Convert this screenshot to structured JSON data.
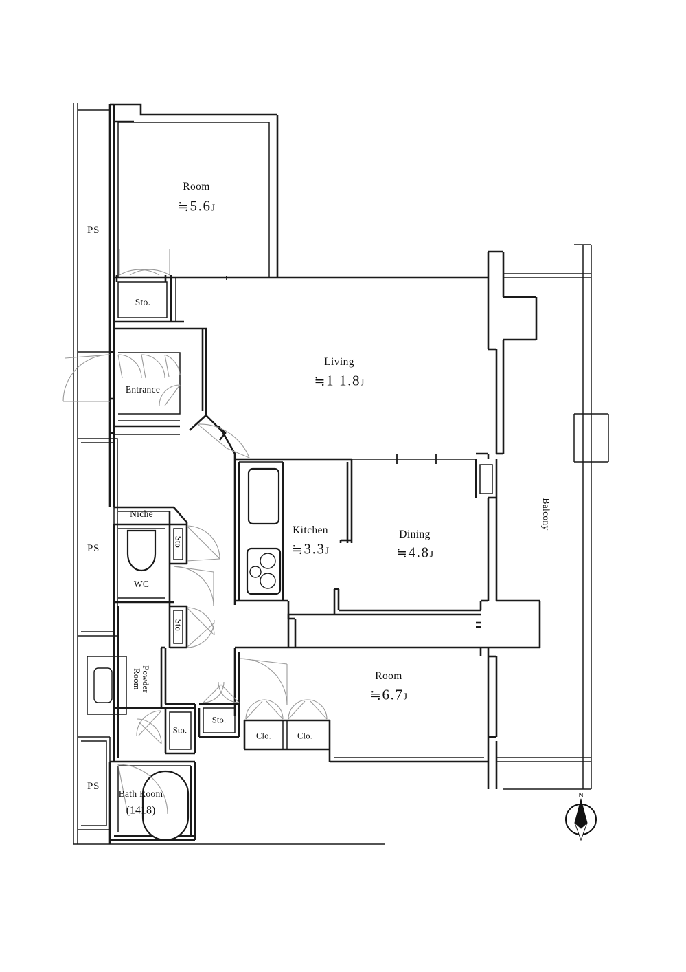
{
  "document": {
    "type": "apartment-floor-plan",
    "background_color": "#ffffff",
    "line_color": "#1a1a1a",
    "swing_color": "#9a9a9a"
  },
  "rooms": [
    {
      "id": "room_top",
      "name": "Room",
      "area": "5.6",
      "unit": "J",
      "approx": "≒"
    },
    {
      "id": "living",
      "name": "Living",
      "area": "1 1.8",
      "unit": "J",
      "approx": "≒"
    },
    {
      "id": "kitchen",
      "name": "Kitchen",
      "area": "3.3",
      "unit": "J",
      "approx": "≒"
    },
    {
      "id": "dining",
      "name": "Dining",
      "area": "4.8",
      "unit": "J",
      "approx": "≒"
    },
    {
      "id": "room_bottom",
      "name": "Room",
      "area": "6.7",
      "unit": "J",
      "approx": "≒"
    }
  ],
  "spaces": {
    "entrance": "Entrance",
    "niche": "Niche",
    "wc": "WC",
    "powder_room_line1": "Powder",
    "powder_room_line2": "Room",
    "bath_room": "Bath Room",
    "bath_room_size": "(1418)",
    "balcony": "Balcony"
  },
  "storage_labels": [
    {
      "id": "sto_top",
      "label": "Sto.",
      "orientation": "horizontal"
    },
    {
      "id": "sto_wc_upper",
      "label": "Sto.",
      "orientation": "vertical"
    },
    {
      "id": "sto_wc_lower",
      "label": "Sto.",
      "orientation": "vertical"
    },
    {
      "id": "sto_powder",
      "label": "Sto.",
      "orientation": "horizontal"
    },
    {
      "id": "sto_hall",
      "label": "Sto.",
      "orientation": "horizontal"
    }
  ],
  "closets": [
    {
      "id": "clo_left",
      "label": "Clo."
    },
    {
      "id": "clo_right",
      "label": "Clo."
    }
  ],
  "shafts": [
    {
      "id": "ps_top",
      "label": "PS"
    },
    {
      "id": "ps_middle",
      "label": "PS"
    },
    {
      "id": "ps_bottom",
      "label": "PS"
    }
  ],
  "compass": {
    "label": "N",
    "type": "north-arrow"
  }
}
